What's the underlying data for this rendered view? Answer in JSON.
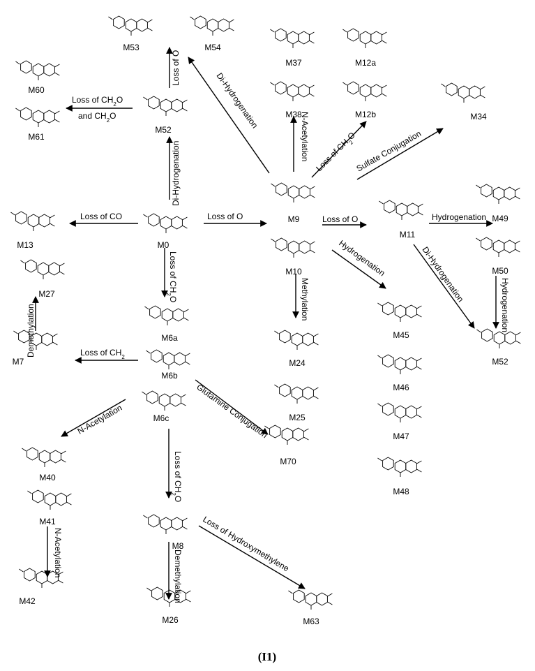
{
  "diagram": {
    "caption": "(I1)",
    "compounds": [
      {
        "id": "M53",
        "label": "M53"
      },
      {
        "id": "M54",
        "label": "M54"
      },
      {
        "id": "M60",
        "label": "M60"
      },
      {
        "id": "M61",
        "label": "M61"
      },
      {
        "id": "M52a",
        "label": "M52"
      },
      {
        "id": "M0",
        "label": "M0"
      },
      {
        "id": "M13",
        "label": "M13"
      },
      {
        "id": "M27",
        "label": "M27"
      },
      {
        "id": "M7",
        "label": "M7"
      },
      {
        "id": "M6a",
        "label": "M6a"
      },
      {
        "id": "M6b",
        "label": "M6b"
      },
      {
        "id": "M6c",
        "label": "M6c"
      },
      {
        "id": "M40",
        "label": "M40"
      },
      {
        "id": "M41",
        "label": "M41"
      },
      {
        "id": "M42",
        "label": "M42"
      },
      {
        "id": "M8",
        "label": "M8"
      },
      {
        "id": "M26",
        "label": "M26"
      },
      {
        "id": "M63",
        "label": "M63"
      },
      {
        "id": "M70",
        "label": "M70"
      },
      {
        "id": "M37",
        "label": "M37"
      },
      {
        "id": "M38",
        "label": "M38"
      },
      {
        "id": "M12a",
        "label": "M12a"
      },
      {
        "id": "M12b",
        "label": "M12b"
      },
      {
        "id": "M34",
        "label": "M34"
      },
      {
        "id": "M9",
        "label": "M9"
      },
      {
        "id": "M10",
        "label": "M10"
      },
      {
        "id": "M24",
        "label": "M24"
      },
      {
        "id": "M25",
        "label": "M25"
      },
      {
        "id": "M11",
        "label": "M11"
      },
      {
        "id": "M49",
        "label": "M49"
      },
      {
        "id": "M50",
        "label": "M50"
      },
      {
        "id": "M52b",
        "label": "M52"
      },
      {
        "id": "M45",
        "label": "M45"
      },
      {
        "id": "M46",
        "label": "M46"
      },
      {
        "id": "M47",
        "label": "M47"
      },
      {
        "id": "M48",
        "label": "M48"
      }
    ],
    "reactions": [
      {
        "id": "r-m52-m53",
        "label": "Loss of O"
      },
      {
        "id": "r-m0-m52",
        "label": "Di-Hydrogenation"
      },
      {
        "id": "r-m52-m60",
        "label": "Loss of CH2O and CH2O",
        "line1": "Loss of  CH",
        "sub1": "2",
        "tail1": "O",
        "line2": "and CH",
        "sub2": "2",
        "tail2": "O"
      },
      {
        "id": "r-m9-m53",
        "label": "Di-Hydrogenation"
      },
      {
        "id": "r-m0-m13",
        "label": "Loss of CO"
      },
      {
        "id": "r-m0-m9",
        "label": "Loss of O"
      },
      {
        "id": "r-m0-m6a",
        "label": "Loss of CH2O",
        "main": "Loss of CH",
        "sub": "2",
        "tail": "O"
      },
      {
        "id": "r-m7-m27",
        "label": "Demethylation"
      },
      {
        "id": "r-m6b-m7",
        "label": "Loss of CH2",
        "main": "Loss of CH",
        "sub": "2"
      },
      {
        "id": "r-m6b-m40",
        "label": "N-Acetylation"
      },
      {
        "id": "r-m6b-m70",
        "label": "Glutamine Conjugation"
      },
      {
        "id": "r-m6c-m8",
        "label": "Loss of CH2O",
        "main": "Loss of CH",
        "sub": "2",
        "tail": "O"
      },
      {
        "id": "r-m41-m42",
        "label": "N-Acetylation"
      },
      {
        "id": "r-m8-m26",
        "label": "Demethylation"
      },
      {
        "id": "r-m8-m63",
        "label": "Loss of Hydroxymethylene"
      },
      {
        "id": "r-m9-m38",
        "label": "N-Acetylation"
      },
      {
        "id": "r-m9-m12",
        "label": "Loss of CH2O",
        "main": "Loss of CH",
        "sub": "2",
        "tail": "O"
      },
      {
        "id": "r-m9-m34",
        "label": "Sulfate Conjugation"
      },
      {
        "id": "r-m9-m11",
        "label": "Loss of O"
      },
      {
        "id": "r-m10-m24",
        "label": "Methylation"
      },
      {
        "id": "r-m10-m45",
        "label": "Hydrogenation"
      },
      {
        "id": "r-m11-m49",
        "label": "Hydrogenation"
      },
      {
        "id": "r-m11-m52",
        "label": "Di-Hydrogenation"
      },
      {
        "id": "r-m50-m52",
        "label": "Hydrogenation"
      }
    ]
  }
}
